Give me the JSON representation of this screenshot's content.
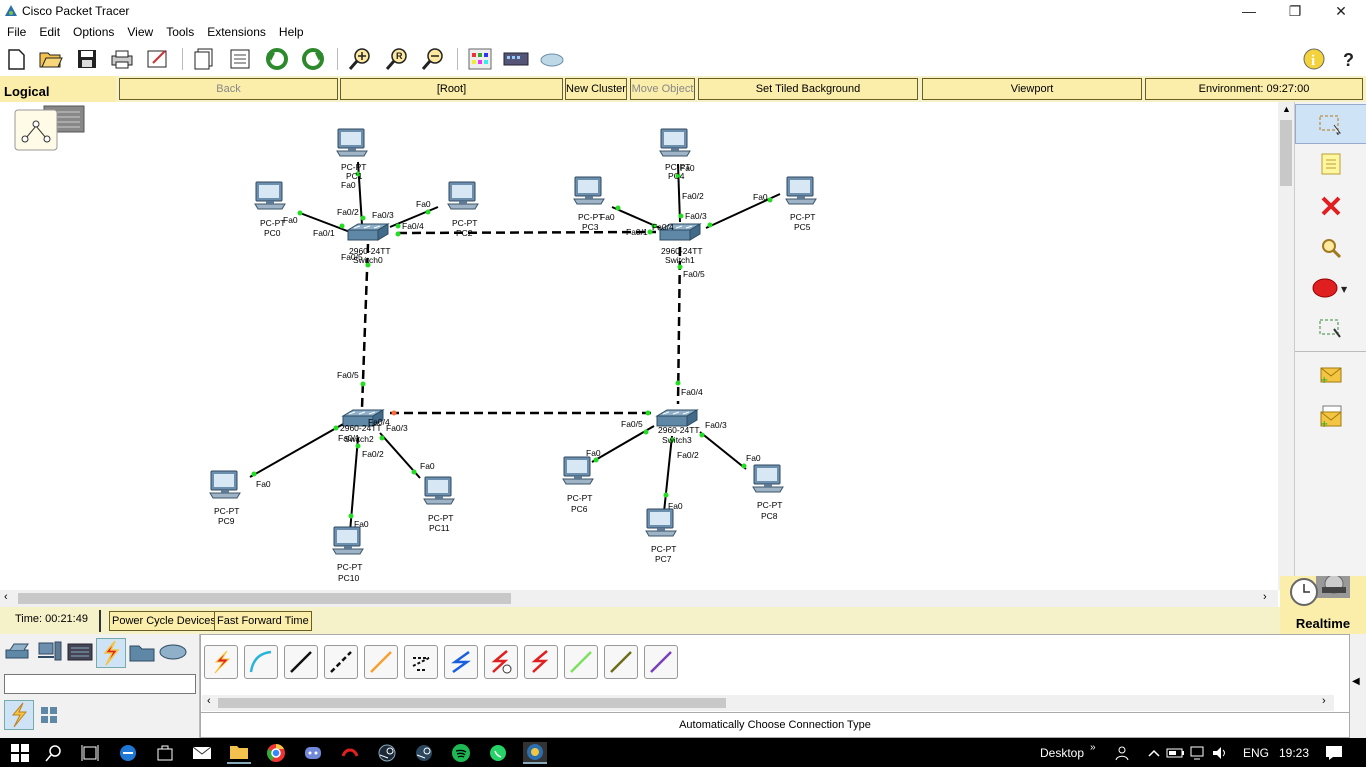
{
  "window": {
    "title": "Cisco Packet Tracer",
    "minimize": "—",
    "maximize": "❐",
    "close": "✕"
  },
  "menu": [
    "File",
    "Edit",
    "Options",
    "View",
    "Tools",
    "Extensions",
    "Help"
  ],
  "navbar": {
    "tab": "Logical",
    "back": "Back",
    "root": "[Root]",
    "new_cluster": "New Cluster",
    "move_object": "Move Object",
    "tiled_bg": "Set Tiled Background",
    "viewport": "Viewport",
    "environment": "Environment: 09:27:00"
  },
  "devices": {
    "pc0": {
      "type": "PC-PT",
      "name": "PC0"
    },
    "pc1": {
      "type": "PC-PT",
      "name": "PC1"
    },
    "pc2": {
      "type": "PC-PT",
      "name": "PC2"
    },
    "pc3": {
      "type": "PC-PT",
      "name": "PC3"
    },
    "pc4": {
      "type": "PC-PT",
      "name": "PC4"
    },
    "pc5": {
      "type": "PC-PT",
      "name": "PC5"
    },
    "pc6": {
      "type": "PC-PT",
      "name": "PC6"
    },
    "pc7": {
      "type": "PC-PT",
      "name": "PC7"
    },
    "pc8": {
      "type": "PC-PT",
      "name": "PC8"
    },
    "pc9": {
      "type": "PC-PT",
      "name": "PC9"
    },
    "pc10": {
      "type": "PC-PT",
      "name": "PC10"
    },
    "pc11": {
      "type": "PC-PT",
      "name": "PC11"
    },
    "switch0": {
      "type": "2960-24TT",
      "name": "Switch0"
    },
    "switch1": {
      "type": "2960-24TT",
      "name": "Switch1"
    },
    "switch2": {
      "type": "2960-24TT",
      "name": "Switch2"
    },
    "switch3": {
      "type": "2960-24TT",
      "name": "Switch3"
    }
  },
  "ports": {
    "fa0": "Fa0",
    "fa01": "Fa0/1",
    "fa02": "Fa0/2",
    "fa03": "Fa0/3",
    "fa04": "Fa0/4",
    "fa05": "Fa0/5"
  },
  "status": {
    "time": "Time: 00:21:49",
    "power_cycle": "Power Cycle Devices",
    "fast_forward": "Fast Forward Time",
    "mode": "Realtime"
  },
  "connection": {
    "description": "Automatically Choose Connection Type"
  },
  "taskbar": {
    "desktop": "Desktop",
    "lang": "ENG",
    "clock": "19:23"
  },
  "colors": {
    "link_up": "#22dd22",
    "link_down": "#ff6a3a",
    "panel_yellow": "#fbeeab",
    "accent_red": "#e02020"
  }
}
